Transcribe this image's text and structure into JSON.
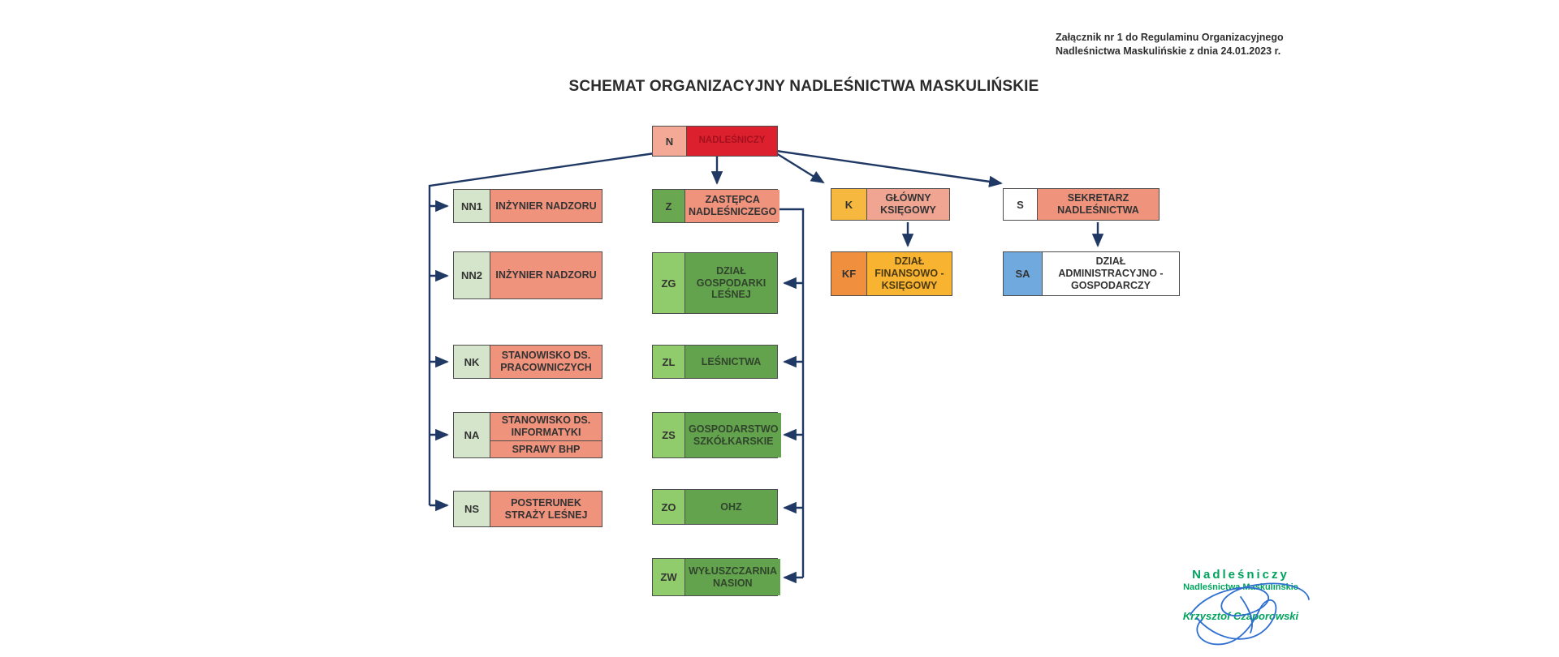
{
  "header": {
    "attachment_note_line1": "Załącznik nr 1 do Regulaminu Organizacyjnego",
    "attachment_note_line2": "Nadleśnictwa Maskulińskie z dnia 24.01.2023 r.",
    "title": "SCHEMAT ORGANIZACYJNY NADLEŚNICTWA MASKULIŃSKIE"
  },
  "boxes": {
    "n": {
      "code": "N",
      "label": "NADLEŚNICZY"
    },
    "nn1": {
      "code": "NN1",
      "label": "INŻYNIER NADZORU"
    },
    "nn2": {
      "code": "NN2",
      "label": "INŻYNIER NADZORU"
    },
    "nk": {
      "code": "NK",
      "label": "STANOWISKO DS. PRACOWNICZYCH"
    },
    "na": {
      "code": "NA",
      "label_top": "STANOWISKO DS. INFORMATYKI",
      "label_bottom": "SPRAWY BHP"
    },
    "ns": {
      "code": "NS",
      "label": "POSTERUNEK STRAŻY LEŚNEJ"
    },
    "z": {
      "code": "Z",
      "label": "ZASTĘPCA NADLEŚNICZEGO"
    },
    "zg": {
      "code": "ZG",
      "label": "DZIAŁ GOSPODARKI LEŚNEJ"
    },
    "zl": {
      "code": "ZL",
      "label": "LEŚNICTWA"
    },
    "zs": {
      "code": "ZS",
      "label": "GOSPODARSTWO SZKÓŁKARSKIE"
    },
    "zo": {
      "code": "ZO",
      "label": "OHZ"
    },
    "zw": {
      "code": "ZW",
      "label": "WYŁUSZCZARNIA NASION"
    },
    "k": {
      "code": "K",
      "label": "GŁÓWNY KSIĘGOWY"
    },
    "kf": {
      "code": "KF",
      "label": "DZIAŁ FINANSOWO - KSIĘGOWY"
    },
    "s": {
      "code": "S",
      "label": "SEKRETARZ NADLEŚNICTWA"
    },
    "sa": {
      "code": "SA",
      "label": "DZIAŁ ADMINISTRACYJNO - GOSPODARCZY"
    }
  },
  "edges": [
    [
      "N",
      "NN1"
    ],
    [
      "N",
      "NN2"
    ],
    [
      "N",
      "NK"
    ],
    [
      "N",
      "NA"
    ],
    [
      "N",
      "NS"
    ],
    [
      "N",
      "Z"
    ],
    [
      "N",
      "K"
    ],
    [
      "N",
      "S"
    ],
    [
      "Z",
      "ZG"
    ],
    [
      "Z",
      "ZL"
    ],
    [
      "Z",
      "ZS"
    ],
    [
      "Z",
      "ZO"
    ],
    [
      "Z",
      "ZW"
    ],
    [
      "K",
      "KF"
    ],
    [
      "S",
      "SA"
    ]
  ],
  "signature": {
    "role": "Nadleśniczy",
    "unit": "Nadleśnictwa Maskulińskie",
    "name": "Krzysztof Czaporowski"
  },
  "colors": {
    "salmon": "#F0937D",
    "root_red": "#DC202E",
    "root_code_pink": "#F3A995",
    "label_green_light": "#D5E5CB",
    "z_label_green": "#69A751",
    "child_label_green": "#90CC6C",
    "child_body_green": "#63A34E",
    "k_label_yellow": "#F6B83F",
    "k_body_pink": "#F0A592",
    "kf_label_orange": "#F0903F",
    "kf_body_amber": "#F8B430",
    "sa_label_blue": "#70A9DE",
    "connector_navy": "#1F3864",
    "stamp_green": "#00A35D",
    "signature_blue": "#2F6FD0"
  }
}
